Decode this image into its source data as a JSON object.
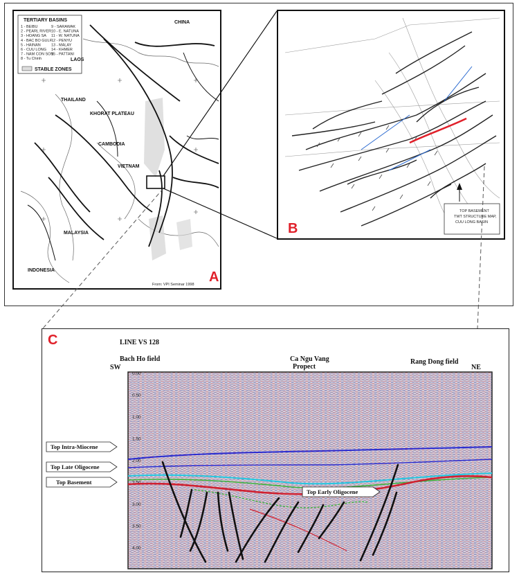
{
  "panels": {
    "a": {
      "letter": "A",
      "legend_title": "TERTIARY BASINS",
      "legend_items": [
        "1 - BEIBU",
        "2 - PEARL RIVER",
        "3 - HOANG SA",
        "4 - BAC BO GULF",
        "5 - HAINAN",
        "6 - CUU LONG",
        "7 - NAM CON SON",
        "8 - Tu Chinh",
        "9 - SARAWAK",
        "10 - E. NATUNA",
        "11 - W. NATUNA",
        "12 - PENYU",
        "13 - MALAY",
        "14 - KHMER",
        "15 - PATTANI"
      ],
      "stable_zones": "STABLE ZONES",
      "places": [
        "CHINA",
        "LAOS",
        "THAILAND",
        "KHORAT PLATEAU",
        "CAMBODIA",
        "VIETNAM",
        "MALAYSIA",
        "INDONESIA"
      ],
      "source": "From: VPI Seminar 1998"
    },
    "b": {
      "letter": "B",
      "legend_lines": [
        "TOP BASEMENT",
        "TWT STRUCTURE MAP,",
        "CUU LONG BASIN"
      ]
    },
    "c": {
      "letter": "C",
      "line_title": "LINE VS 128",
      "sw": "SW",
      "ne": "NE",
      "field_left": "Bach Ho field",
      "prospect_line1": "Ca Ngu Vang",
      "prospect_line2": "Propect",
      "field_right": "Rang Dong field",
      "y_ticks": [
        "0.00",
        "0.50",
        "1.00",
        "1.50",
        "2.00",
        "2.50",
        "3.00",
        "3.50",
        "4.00"
      ],
      "horizons": [
        "Top Intra-Miocene",
        "Top Late Oligocene",
        "Top Basement"
      ],
      "horizon_inner": "Top Early Oligocene"
    }
  },
  "colors": {
    "red_accent": "#e0202a",
    "horizon_blue": "#2a2ad0",
    "horizon_cyan": "#22c8e0",
    "horizon_green": "#3cb43c",
    "basement_red": "#d02030"
  }
}
